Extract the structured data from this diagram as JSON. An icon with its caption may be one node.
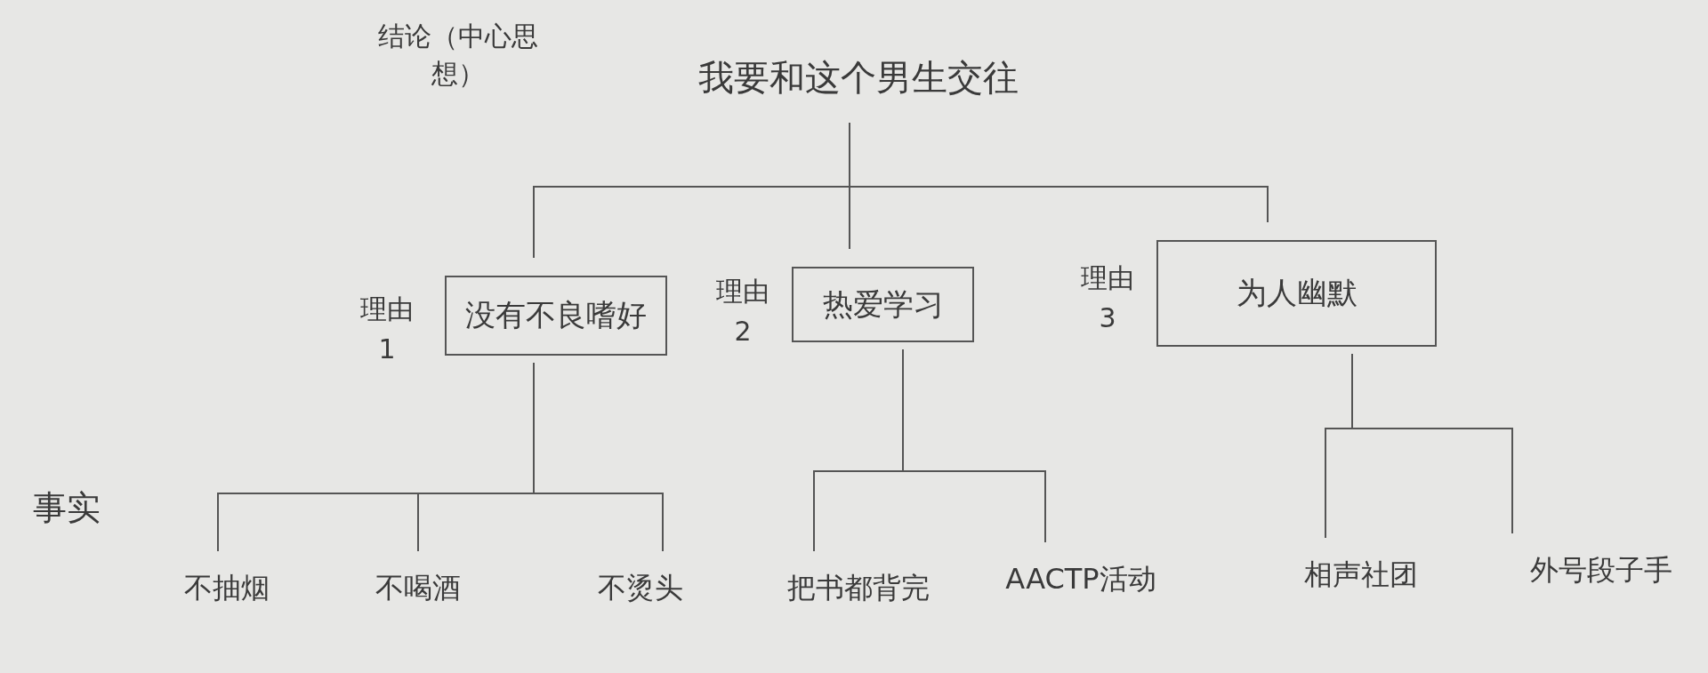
{
  "diagram": {
    "nodes": [
      {
        "text": [
          "我要和这个男生交往"
        ]
      },
      {
        "text": [
          "没有不良嗜好"
        ],
        "beside": [
          "理由1"
        ]
      },
      {
        "text": [
          "热爱学习"
        ],
        "beside": [
          "理由2"
        ]
      },
      {
        "text": [
          "为人幽默"
        ],
        "beside": [
          "理由3"
        ]
      },
      {
        "text": [
          "不抽烟"
        ]
      },
      {
        "text": [
          "不喝酒"
        ]
      },
      {
        "text": [
          "不烫头"
        ]
      },
      {
        "text": [
          "把书都背完"
        ]
      },
      {
        "text": [
          "AACTP活动"
        ]
      },
      {
        "text": [
          "相声社团"
        ]
      },
      {
        "text": [
          "外号段子手"
        ]
      }
    ],
    "edges": [
      {
        "from": 0,
        "to": 1,
        "arrow": "none"
      },
      {
        "from": 0,
        "to": 2,
        "arrow": "none"
      },
      {
        "from": 0,
        "to": 3,
        "arrow": "none"
      },
      {
        "from": 1,
        "to": 4,
        "arrow": "none"
      },
      {
        "from": 1,
        "to": 5,
        "arrow": "none"
      },
      {
        "from": 1,
        "to": 6,
        "arrow": "none"
      },
      {
        "from": 2,
        "to": 7,
        "arrow": "none"
      },
      {
        "from": 2,
        "to": 8,
        "arrow": "none"
      },
      {
        "from": 3,
        "to": 9,
        "arrow": "none"
      },
      {
        "from": 3,
        "to": 10,
        "arrow": "none"
      }
    ],
    "labels": [
      "结论（中心思想）",
      "事实"
    ]
  }
}
